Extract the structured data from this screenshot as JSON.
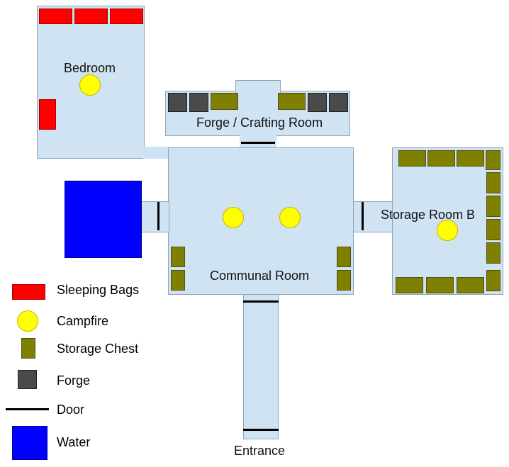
{
  "rooms": {
    "bedroom": "Bedroom",
    "forge": "Forge / Crafting Room",
    "storage_b": "Storage Room B",
    "communal": "Communal Room",
    "entrance": "Entrance"
  },
  "legend": [
    {
      "key": "sleeping_bags",
      "label": "Sleeping Bags",
      "color": "#ff0000"
    },
    {
      "key": "campfire",
      "label": "Campfire",
      "color": "#ffff00"
    },
    {
      "key": "storage_chest",
      "label": "Storage Chest",
      "color": "#808000"
    },
    {
      "key": "forge",
      "label": "Forge",
      "color": "#4a4a4a"
    },
    {
      "key": "door",
      "label": "Door",
      "color": "#000000"
    },
    {
      "key": "water",
      "label": "Water",
      "color": "#0000ff"
    }
  ],
  "colors": {
    "room_fill": "#cfe3f2",
    "room_border": "#8ea6b8"
  }
}
